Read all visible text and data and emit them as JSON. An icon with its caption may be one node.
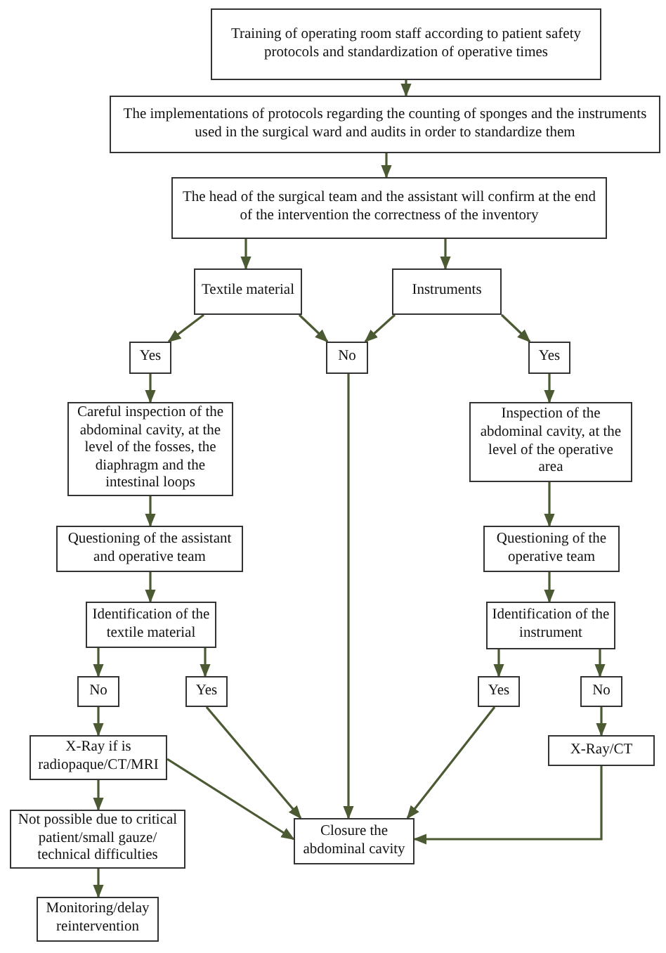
{
  "diagram": {
    "nodes": [
      {
        "text": [
          "Training of operating room staff according to patient safety protocols and standardization of operative times"
        ]
      },
      {
        "text": [
          "The implementations of protocols regarding the counting of sponges and the instruments used in the surgical ward and audits in order to standardize them"
        ]
      },
      {
        "text": [
          "The head of the surgical team and the assistant will confirm at the end of the intervention the correctness of the inventory"
        ]
      },
      {
        "text": [
          "Textile material"
        ]
      },
      {
        "text": [
          "Instruments"
        ]
      },
      {
        "text": [
          "Yes"
        ]
      },
      {
        "text": [
          "No"
        ]
      },
      {
        "text": [
          "Yes"
        ]
      },
      {
        "text": [
          "Careful inspection of the abdominal cavity, at the level of the fosses, the diaphragm and the intestinal loops"
        ]
      },
      {
        "text": [
          "Inspection of the abdominal cavity, at the level of the operative area"
        ]
      },
      {
        "text": [
          "Questioning of the assistant and operative team"
        ]
      },
      {
        "text": [
          "Questioning of the operative team"
        ]
      },
      {
        "text": [
          "Identification of the textile material"
        ]
      },
      {
        "text": [
          "Identification of the instrument"
        ]
      },
      {
        "text": [
          "No"
        ]
      },
      {
        "text": [
          "Yes"
        ]
      },
      {
        "text": [
          "Yes"
        ]
      },
      {
        "text": [
          "No"
        ]
      },
      {
        "text": [
          "X-Ray if is radiopaque/CT/MRI"
        ]
      },
      {
        "text": [
          "X-Ray/CT"
        ]
      },
      {
        "text": [
          "Closure the abdominal cavity"
        ]
      },
      {
        "text": [
          "Not possible due to critical patient/small gauze/ technical difficulties"
        ]
      },
      {
        "text": [
          "Monitoring/delay reintervention"
        ]
      }
    ],
    "edges": [
      {
        "from": 0,
        "to": 1,
        "arrow": "to"
      },
      {
        "from": 1,
        "to": 2,
        "arrow": "to"
      },
      {
        "from": 2,
        "to": 3,
        "arrow": "to"
      },
      {
        "from": 2,
        "to": 4,
        "arrow": "to"
      },
      {
        "from": 3,
        "to": 5,
        "arrow": "to"
      },
      {
        "from": 3,
        "to": 6,
        "arrow": "to"
      },
      {
        "from": 4,
        "to": 6,
        "arrow": "to"
      },
      {
        "from": 4,
        "to": 7,
        "arrow": "to"
      },
      {
        "from": 5,
        "to": 8,
        "arrow": "to"
      },
      {
        "from": 7,
        "to": 9,
        "arrow": "to"
      },
      {
        "from": 8,
        "to": 10,
        "arrow": "to"
      },
      {
        "from": 9,
        "to": 11,
        "arrow": "to"
      },
      {
        "from": 10,
        "to": 12,
        "arrow": "to"
      },
      {
        "from": 11,
        "to": 13,
        "arrow": "to"
      },
      {
        "from": 12,
        "to": 14,
        "arrow": "to"
      },
      {
        "from": 12,
        "to": 15,
        "arrow": "to"
      },
      {
        "from": 13,
        "to": 16,
        "arrow": "to"
      },
      {
        "from": 13,
        "to": 17,
        "arrow": "to"
      },
      {
        "from": 14,
        "to": 18,
        "arrow": "to"
      },
      {
        "from": 17,
        "to": 19,
        "arrow": "to"
      },
      {
        "from": 15,
        "to": 20,
        "arrow": "to"
      },
      {
        "from": 6,
        "to": 20,
        "arrow": "to"
      },
      {
        "from": 16,
        "to": 20,
        "arrow": "to"
      },
      {
        "from": 18,
        "to": 20,
        "arrow": "to"
      },
      {
        "from": 19,
        "to": 20,
        "arrow": "to"
      },
      {
        "from": 18,
        "to": 21,
        "arrow": "to"
      },
      {
        "from": 21,
        "to": 22,
        "arrow": "to"
      }
    ]
  }
}
